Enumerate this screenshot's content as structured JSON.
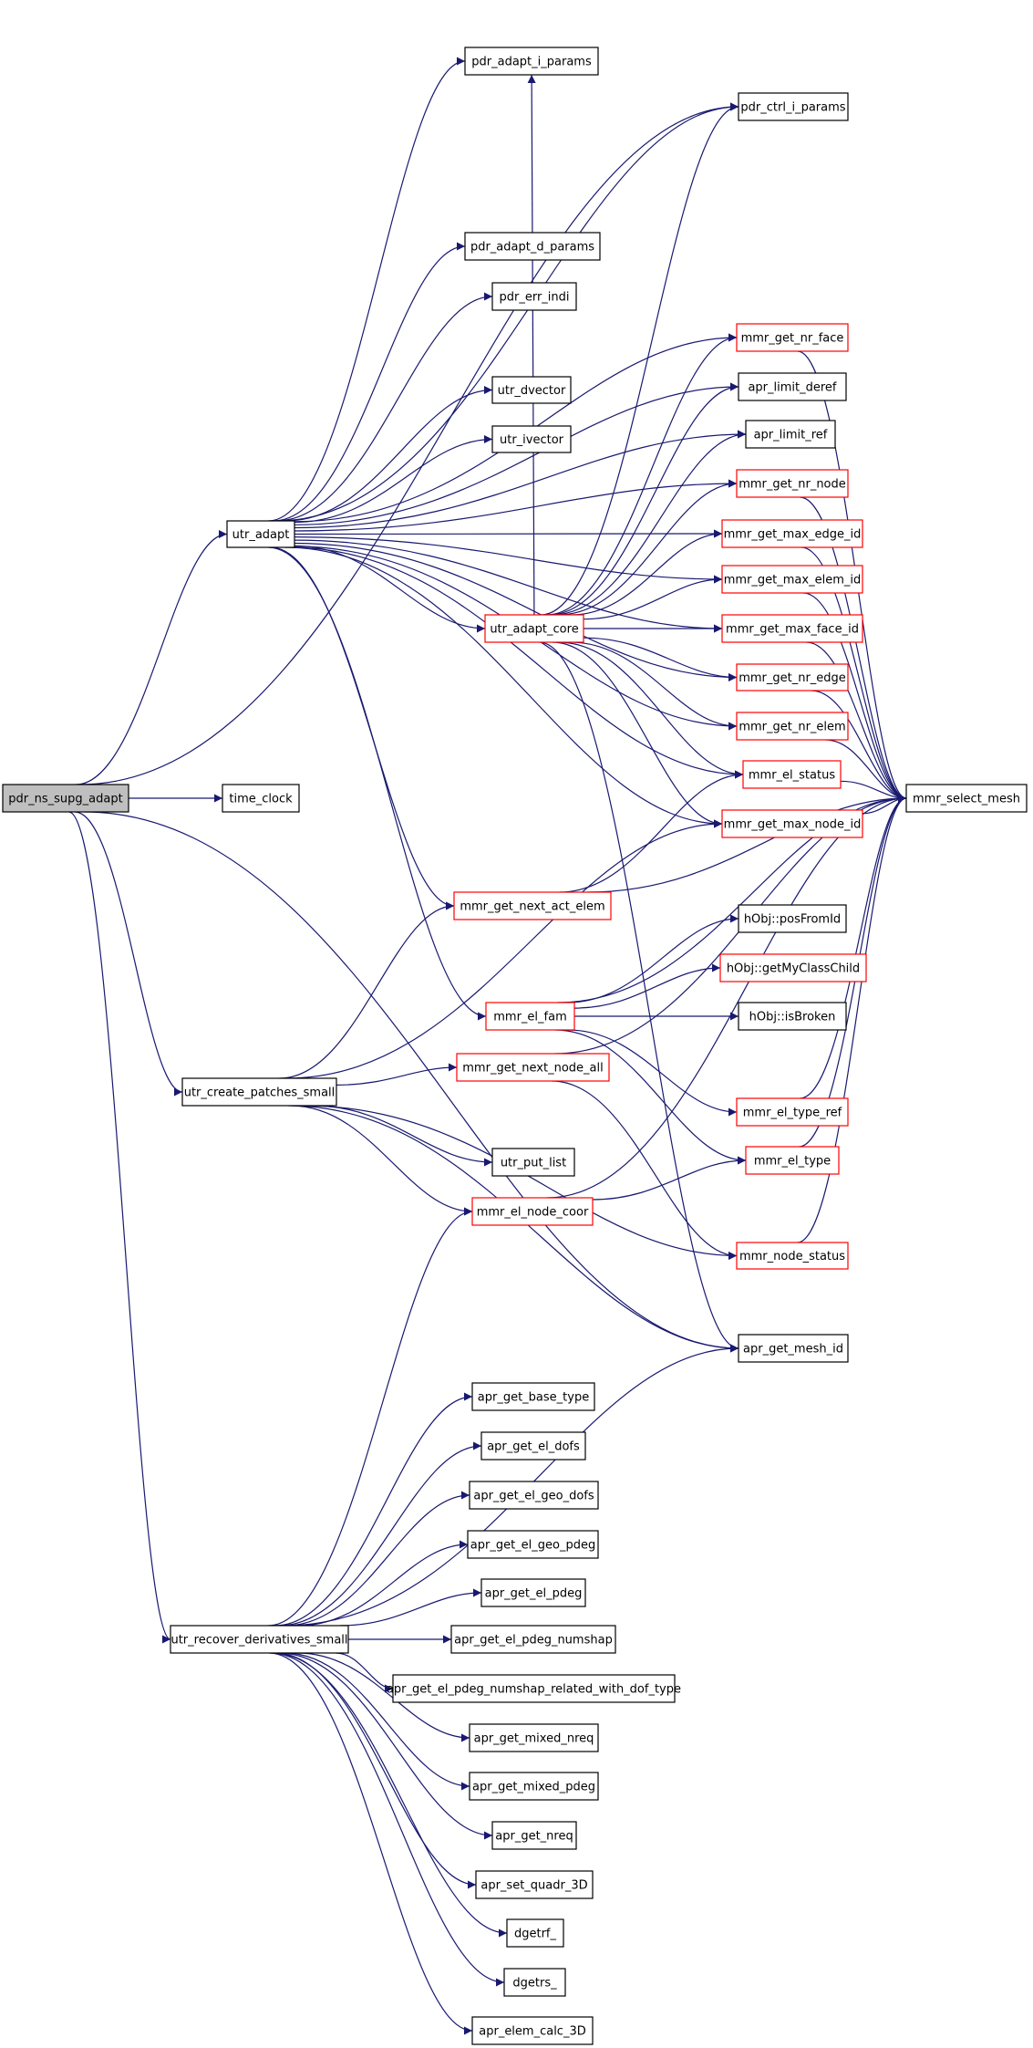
{
  "colors": {
    "edge": "#191970",
    "node_border_default": "#000000",
    "node_border_truncated": "#ff0000",
    "root_fill": "#bfbfbf",
    "node_fill": "#ffffff"
  },
  "graph": {
    "root": "pdr_ns_supg_adapt",
    "nodes": [
      {
        "id": "pdr_ns_supg_adapt",
        "label": "pdr_ns_supg_adapt",
        "style": "root"
      },
      {
        "id": "pdr_adapt_i_params",
        "label": "pdr_adapt_i_params",
        "style": "normal"
      },
      {
        "id": "pdr_ctrl_i_params",
        "label": "pdr_ctrl_i_params",
        "style": "normal"
      },
      {
        "id": "pdr_adapt_d_params",
        "label": "pdr_adapt_d_params",
        "style": "normal"
      },
      {
        "id": "pdr_err_indi",
        "label": "pdr_err_indi",
        "style": "normal"
      },
      {
        "id": "utr_dvector",
        "label": "utr_dvector",
        "style": "normal"
      },
      {
        "id": "utr_ivector",
        "label": "utr_ivector",
        "style": "normal"
      },
      {
        "id": "utr_adapt",
        "label": "utr_adapt",
        "style": "normal"
      },
      {
        "id": "mmr_get_nr_face",
        "label": "mmr_get_nr_face",
        "style": "truncated"
      },
      {
        "id": "apr_limit_deref",
        "label": "apr_limit_deref",
        "style": "normal"
      },
      {
        "id": "apr_limit_ref",
        "label": "apr_limit_ref",
        "style": "normal"
      },
      {
        "id": "mmr_get_nr_node",
        "label": "mmr_get_nr_node",
        "style": "truncated"
      },
      {
        "id": "mmr_get_max_edge_id",
        "label": "mmr_get_max_edge_id",
        "style": "truncated"
      },
      {
        "id": "mmr_get_max_elem_id",
        "label": "mmr_get_max_elem_id",
        "style": "truncated"
      },
      {
        "id": "utr_adapt_core",
        "label": "utr_adapt_core",
        "style": "truncated"
      },
      {
        "id": "mmr_get_max_face_id",
        "label": "mmr_get_max_face_id",
        "style": "truncated"
      },
      {
        "id": "mmr_get_nr_edge",
        "label": "mmr_get_nr_edge",
        "style": "truncated"
      },
      {
        "id": "mmr_get_nr_elem",
        "label": "mmr_get_nr_elem",
        "style": "truncated"
      },
      {
        "id": "mmr_el_status",
        "label": "mmr_el_status",
        "style": "truncated"
      },
      {
        "id": "mmr_select_mesh",
        "label": "mmr_select_mesh",
        "style": "normal"
      },
      {
        "id": "time_clock",
        "label": "time_clock",
        "style": "normal"
      },
      {
        "id": "mmr_get_max_node_id",
        "label": "mmr_get_max_node_id",
        "style": "truncated"
      },
      {
        "id": "mmr_get_next_act_elem",
        "label": "mmr_get_next_act_elem",
        "style": "truncated"
      },
      {
        "id": "hObj_posFromId",
        "label": "hObj::posFromId",
        "style": "normal"
      },
      {
        "id": "hObj_getMyClassChild",
        "label": "hObj::getMyClassChild",
        "style": "truncated"
      },
      {
        "id": "mmr_el_fam",
        "label": "mmr_el_fam",
        "style": "truncated"
      },
      {
        "id": "hObj_isBroken",
        "label": "hObj::isBroken",
        "style": "normal"
      },
      {
        "id": "utr_create_patches_small",
        "label": "utr_create_patches_small",
        "style": "normal"
      },
      {
        "id": "mmr_get_next_node_all",
        "label": "mmr_get_next_node_all",
        "style": "truncated"
      },
      {
        "id": "mmr_el_type_ref",
        "label": "mmr_el_type_ref",
        "style": "truncated"
      },
      {
        "id": "utr_put_list",
        "label": "utr_put_list",
        "style": "normal"
      },
      {
        "id": "mmr_el_type",
        "label": "mmr_el_type",
        "style": "truncated"
      },
      {
        "id": "mmr_el_node_coor",
        "label": "mmr_el_node_coor",
        "style": "truncated"
      },
      {
        "id": "mmr_node_status",
        "label": "mmr_node_status",
        "style": "truncated"
      },
      {
        "id": "apr_get_mesh_id",
        "label": "apr_get_mesh_id",
        "style": "normal"
      },
      {
        "id": "apr_get_base_type",
        "label": "apr_get_base_type",
        "style": "normal"
      },
      {
        "id": "apr_get_el_dofs",
        "label": "apr_get_el_dofs",
        "style": "normal"
      },
      {
        "id": "apr_get_el_geo_dofs",
        "label": "apr_get_el_geo_dofs",
        "style": "normal"
      },
      {
        "id": "apr_get_el_geo_pdeg",
        "label": "apr_get_el_geo_pdeg",
        "style": "normal"
      },
      {
        "id": "apr_get_el_pdeg",
        "label": "apr_get_el_pdeg",
        "style": "normal"
      },
      {
        "id": "utr_recover_derivatives_small",
        "label": "utr_recover_derivatives_small",
        "style": "normal"
      },
      {
        "id": "apr_get_el_pdeg_numshap",
        "label": "apr_get_el_pdeg_numshap",
        "style": "normal"
      },
      {
        "id": "apr_get_el_pdeg_numshap_related_with_dof_type",
        "label": "apr_get_el_pdeg_numshap_related_with_dof_type",
        "style": "normal"
      },
      {
        "id": "apr_get_mixed_nreq",
        "label": "apr_get_mixed_nreq",
        "style": "normal"
      },
      {
        "id": "apr_get_mixed_pdeg",
        "label": "apr_get_mixed_pdeg",
        "style": "normal"
      },
      {
        "id": "apr_get_nreq",
        "label": "apr_get_nreq",
        "style": "normal"
      },
      {
        "id": "apr_set_quadr_3D",
        "label": "apr_set_quadr_3D",
        "style": "normal"
      },
      {
        "id": "dgetrf_",
        "label": "dgetrf_",
        "style": "normal"
      },
      {
        "id": "dgetrs_",
        "label": "dgetrs_",
        "style": "normal"
      },
      {
        "id": "apr_elem_calc_3D",
        "label": "apr_elem_calc_3D",
        "style": "normal"
      }
    ],
    "edges": [
      [
        "pdr_ns_supg_adapt",
        "utr_adapt"
      ],
      [
        "pdr_ns_supg_adapt",
        "pdr_ctrl_i_params"
      ],
      [
        "pdr_ns_supg_adapt",
        "time_clock"
      ],
      [
        "pdr_ns_supg_adapt",
        "utr_create_patches_small"
      ],
      [
        "pdr_ns_supg_adapt",
        "apr_get_mesh_id"
      ],
      [
        "pdr_ns_supg_adapt",
        "utr_recover_derivatives_small"
      ],
      [
        "utr_adapt",
        "pdr_adapt_i_params"
      ],
      [
        "utr_adapt",
        "pdr_ctrl_i_params"
      ],
      [
        "utr_adapt",
        "pdr_adapt_d_params"
      ],
      [
        "utr_adapt",
        "pdr_err_indi"
      ],
      [
        "utr_adapt",
        "utr_dvector"
      ],
      [
        "utr_adapt",
        "utr_ivector"
      ],
      [
        "utr_adapt",
        "mmr_get_nr_face"
      ],
      [
        "utr_adapt",
        "apr_limit_deref"
      ],
      [
        "utr_adapt",
        "apr_limit_ref"
      ],
      [
        "utr_adapt",
        "mmr_get_nr_node"
      ],
      [
        "utr_adapt",
        "mmr_get_max_edge_id"
      ],
      [
        "utr_adapt",
        "mmr_get_max_elem_id"
      ],
      [
        "utr_adapt",
        "utr_adapt_core"
      ],
      [
        "utr_adapt",
        "mmr_get_max_face_id"
      ],
      [
        "utr_adapt",
        "mmr_get_nr_edge"
      ],
      [
        "utr_adapt",
        "mmr_get_nr_elem"
      ],
      [
        "utr_adapt",
        "mmr_el_status"
      ],
      [
        "utr_adapt",
        "mmr_get_max_node_id"
      ],
      [
        "utr_adapt",
        "mmr_get_next_act_elem"
      ],
      [
        "utr_adapt",
        "mmr_el_fam"
      ],
      [
        "utr_adapt_core",
        "pdr_adapt_i_params"
      ],
      [
        "utr_adapt_core",
        "pdr_ctrl_i_params"
      ],
      [
        "utr_adapt_core",
        "mmr_get_nr_face"
      ],
      [
        "utr_adapt_core",
        "apr_limit_deref"
      ],
      [
        "utr_adapt_core",
        "apr_limit_ref"
      ],
      [
        "utr_adapt_core",
        "mmr_get_nr_node"
      ],
      [
        "utr_adapt_core",
        "mmr_get_max_edge_id"
      ],
      [
        "utr_adapt_core",
        "mmr_get_max_elem_id"
      ],
      [
        "utr_adapt_core",
        "mmr_get_max_face_id"
      ],
      [
        "utr_adapt_core",
        "mmr_get_nr_edge"
      ],
      [
        "utr_adapt_core",
        "mmr_get_nr_elem"
      ],
      [
        "utr_adapt_core",
        "mmr_el_status"
      ],
      [
        "utr_adapt_core",
        "mmr_get_max_node_id"
      ],
      [
        "utr_adapt_core",
        "apr_get_mesh_id"
      ],
      [
        "mmr_get_nr_face",
        "mmr_select_mesh"
      ],
      [
        "mmr_get_nr_node",
        "mmr_select_mesh"
      ],
      [
        "mmr_get_max_edge_id",
        "mmr_select_mesh"
      ],
      [
        "mmr_get_max_elem_id",
        "mmr_select_mesh"
      ],
      [
        "mmr_get_max_face_id",
        "mmr_select_mesh"
      ],
      [
        "mmr_get_nr_edge",
        "mmr_select_mesh"
      ],
      [
        "mmr_get_nr_elem",
        "mmr_select_mesh"
      ],
      [
        "mmr_el_status",
        "mmr_select_mesh"
      ],
      [
        "mmr_get_max_node_id",
        "mmr_select_mesh"
      ],
      [
        "mmr_get_next_act_elem",
        "mmr_el_status"
      ],
      [
        "mmr_get_next_act_elem",
        "mmr_select_mesh"
      ],
      [
        "mmr_el_fam",
        "hObj_posFromId"
      ],
      [
        "mmr_el_fam",
        "hObj_getMyClassChild"
      ],
      [
        "mmr_el_fam",
        "hObj_isBroken"
      ],
      [
        "mmr_el_fam",
        "mmr_select_mesh"
      ],
      [
        "mmr_el_fam",
        "mmr_el_type_ref"
      ],
      [
        "mmr_el_fam",
        "mmr_el_type"
      ],
      [
        "mmr_el_type_ref",
        "mmr_select_mesh"
      ],
      [
        "mmr_el_type",
        "mmr_select_mesh"
      ],
      [
        "mmr_node_status",
        "mmr_select_mesh"
      ],
      [
        "mmr_el_node_coor",
        "mmr_el_type"
      ],
      [
        "mmr_el_node_coor",
        "mmr_select_mesh"
      ],
      [
        "mmr_get_next_node_all",
        "mmr_node_status"
      ],
      [
        "mmr_get_next_node_all",
        "mmr_select_mesh"
      ],
      [
        "utr_create_patches_small",
        "mmr_get_next_act_elem"
      ],
      [
        "utr_create_patches_small",
        "mmr_get_max_node_id"
      ],
      [
        "utr_create_patches_small",
        "mmr_get_next_node_all"
      ],
      [
        "utr_create_patches_small",
        "utr_put_list"
      ],
      [
        "utr_create_patches_small",
        "mmr_el_node_coor"
      ],
      [
        "utr_create_patches_small",
        "mmr_node_status"
      ],
      [
        "utr_create_patches_small",
        "apr_get_mesh_id"
      ],
      [
        "utr_recover_derivatives_small",
        "mmr_el_node_coor"
      ],
      [
        "utr_recover_derivatives_small",
        "apr_get_mesh_id"
      ],
      [
        "utr_recover_derivatives_small",
        "apr_get_base_type"
      ],
      [
        "utr_recover_derivatives_small",
        "apr_get_el_dofs"
      ],
      [
        "utr_recover_derivatives_small",
        "apr_get_el_geo_dofs"
      ],
      [
        "utr_recover_derivatives_small",
        "apr_get_el_geo_pdeg"
      ],
      [
        "utr_recover_derivatives_small",
        "apr_get_el_pdeg"
      ],
      [
        "utr_recover_derivatives_small",
        "apr_get_el_pdeg_numshap"
      ],
      [
        "utr_recover_derivatives_small",
        "apr_get_el_pdeg_numshap_related_with_dof_type"
      ],
      [
        "utr_recover_derivatives_small",
        "apr_get_mixed_nreq"
      ],
      [
        "utr_recover_derivatives_small",
        "apr_get_mixed_pdeg"
      ],
      [
        "utr_recover_derivatives_small",
        "apr_get_nreq"
      ],
      [
        "utr_recover_derivatives_small",
        "apr_set_quadr_3D"
      ],
      [
        "utr_recover_derivatives_small",
        "dgetrf_"
      ],
      [
        "utr_recover_derivatives_small",
        "dgetrs_"
      ],
      [
        "utr_recover_derivatives_small",
        "apr_elem_calc_3D"
      ]
    ]
  }
}
